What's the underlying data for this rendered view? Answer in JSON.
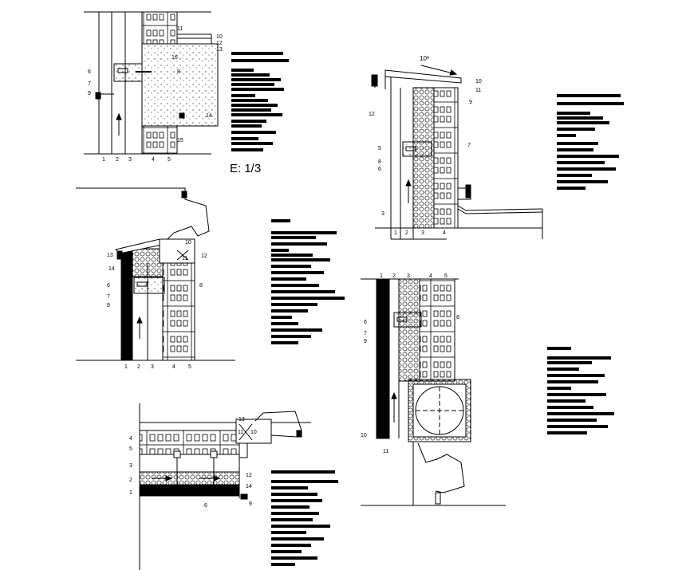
{
  "scale_label": "E: 1/3",
  "slope_label": "10º",
  "details": {
    "top_left": {
      "bottom_numbers": [
        "1",
        "2",
        "3",
        "4",
        "5"
      ],
      "callouts": [
        "11",
        "10",
        "12",
        "13",
        "16",
        "6",
        "7",
        "8",
        "9",
        "14",
        "15"
      ]
    },
    "top_right": {
      "bottom_numbers": [
        "1",
        "2",
        "3",
        "4"
      ],
      "callouts": [
        "10",
        "11",
        "12",
        "7",
        "5",
        "8",
        "6",
        "3",
        "9"
      ]
    },
    "middle_left": {
      "bottom_numbers": [
        "1",
        "2",
        "3",
        "4",
        "5"
      ],
      "callouts": [
        "10",
        "13",
        "11",
        "12",
        "14",
        "6",
        "8",
        "7",
        "9"
      ]
    },
    "middle_right": {
      "top_numbers": [
        "1",
        "2",
        "3",
        "4",
        "5"
      ],
      "callouts": [
        "6",
        "7",
        "9",
        "8",
        "10",
        "11"
      ]
    },
    "bottom_left": {
      "side_numbers": [
        "4",
        "5",
        "3",
        "2",
        "1"
      ],
      "callouts": [
        "13",
        "11",
        "10",
        "12",
        "14",
        "6",
        "9"
      ]
    }
  }
}
